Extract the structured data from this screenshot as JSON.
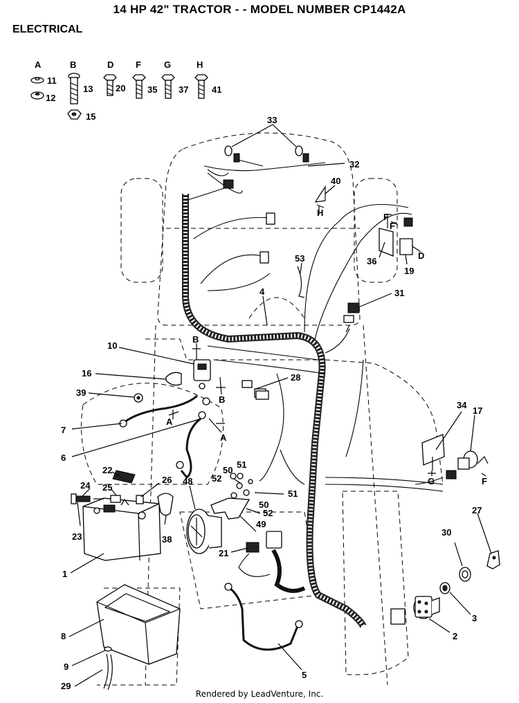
{
  "title": "14 HP 42\" TRACTOR - - MODEL NUMBER CP1442A",
  "section": "ELECTRICAL",
  "footer": "Rendered by LeadVenture, Inc.",
  "hardware_headers": [
    "A",
    "B",
    "D",
    "F",
    "G",
    "H"
  ],
  "hardware_labels": [
    "11",
    "12",
    "13",
    "15",
    "20",
    "35",
    "37",
    "41"
  ],
  "reference_letters": [
    "B",
    "B",
    "A",
    "A",
    "F",
    "F",
    "D",
    "H",
    "G",
    "F"
  ],
  "part_labels": [
    "33",
    "32",
    "40",
    "36",
    "19",
    "53",
    "4",
    "31",
    "10",
    "16",
    "39",
    "7",
    "28",
    "6",
    "34",
    "17",
    "22",
    "24",
    "25",
    "26",
    "48",
    "52",
    "50",
    "51",
    "51",
    "50",
    "52",
    "49",
    "23",
    "38",
    "1",
    "21",
    "30",
    "27",
    "3",
    "2",
    "8",
    "9",
    "29",
    "5"
  ],
  "icons": {
    "washer": "washer-icon",
    "bolt": "bolt-icon",
    "nut": "hex-nut-icon"
  }
}
